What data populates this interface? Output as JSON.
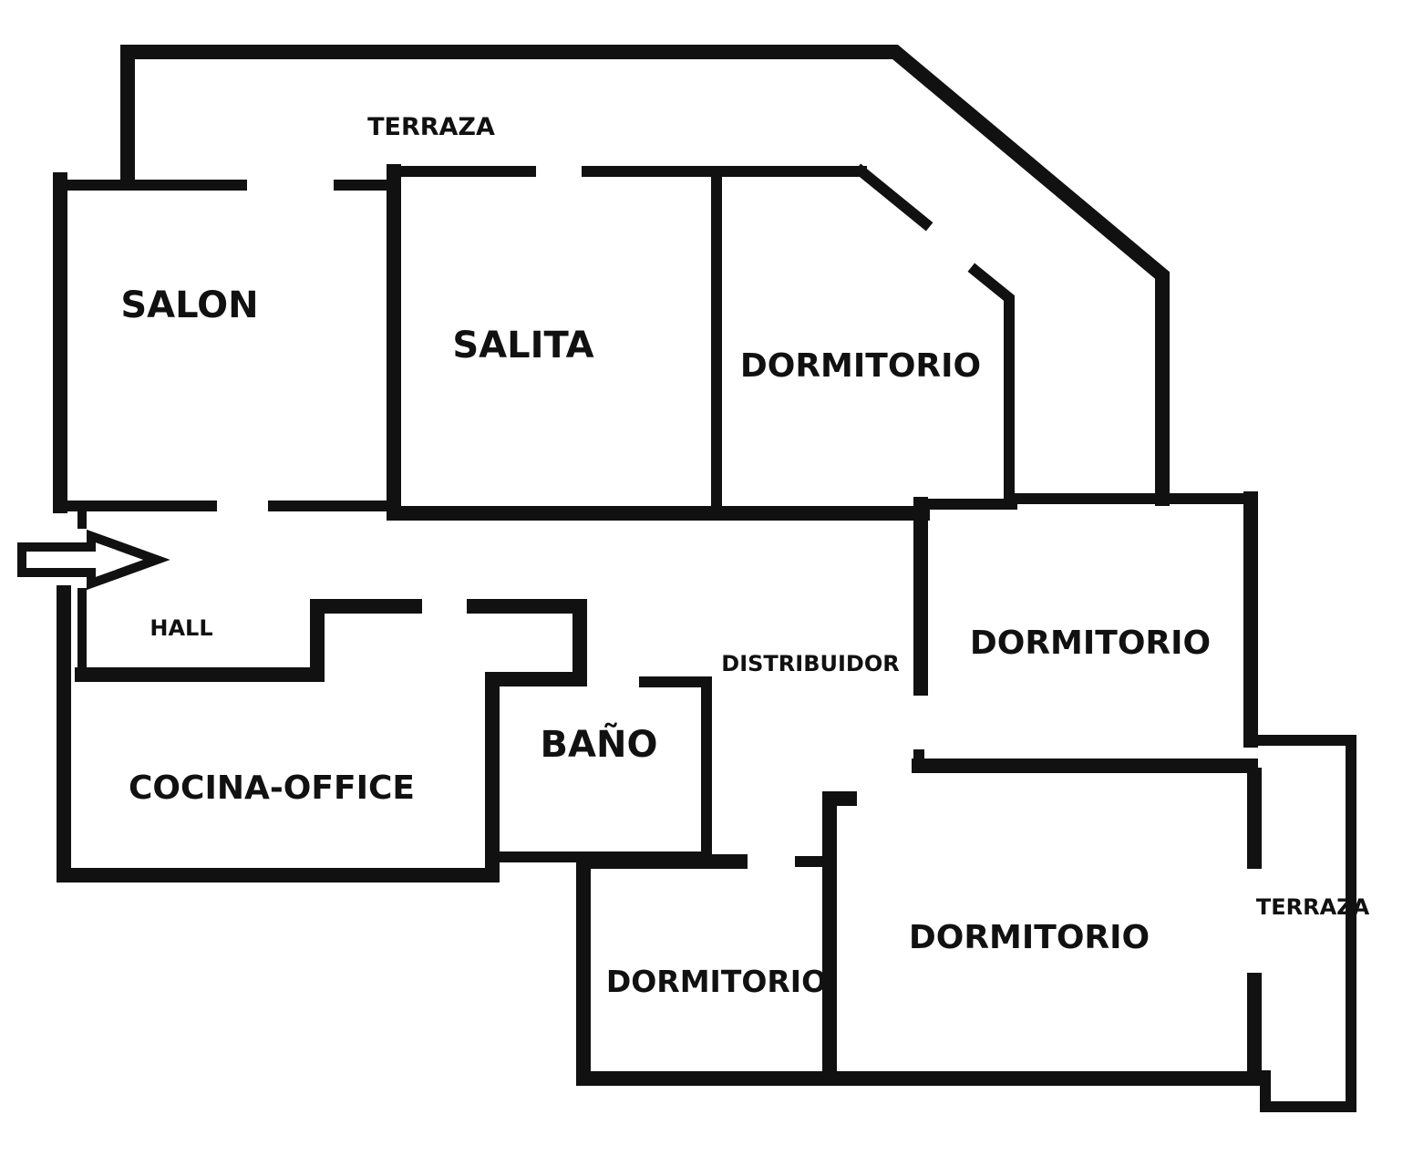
{
  "floor_plan": {
    "rooms": {
      "terrace_top": "TERRAZA",
      "salon": "SALON",
      "salita": "SALITA",
      "bedroom_top": "DORMITORIO",
      "bedroom_right": "DORMITORIO",
      "hall": "HALL",
      "distributor": "DISTRIBUIDOR",
      "kitchen": "COCINA-OFFICE",
      "bathroom": "BAÑO",
      "bedroom_bottom_left": "DORMITORIO",
      "bedroom_bottom_right": "DORMITORIO",
      "terrace_right": "TERRAZA"
    },
    "entrance_icon": "entrance-arrow-icon",
    "colors": {
      "wall": "#111111",
      "background": "#ffffff"
    }
  }
}
